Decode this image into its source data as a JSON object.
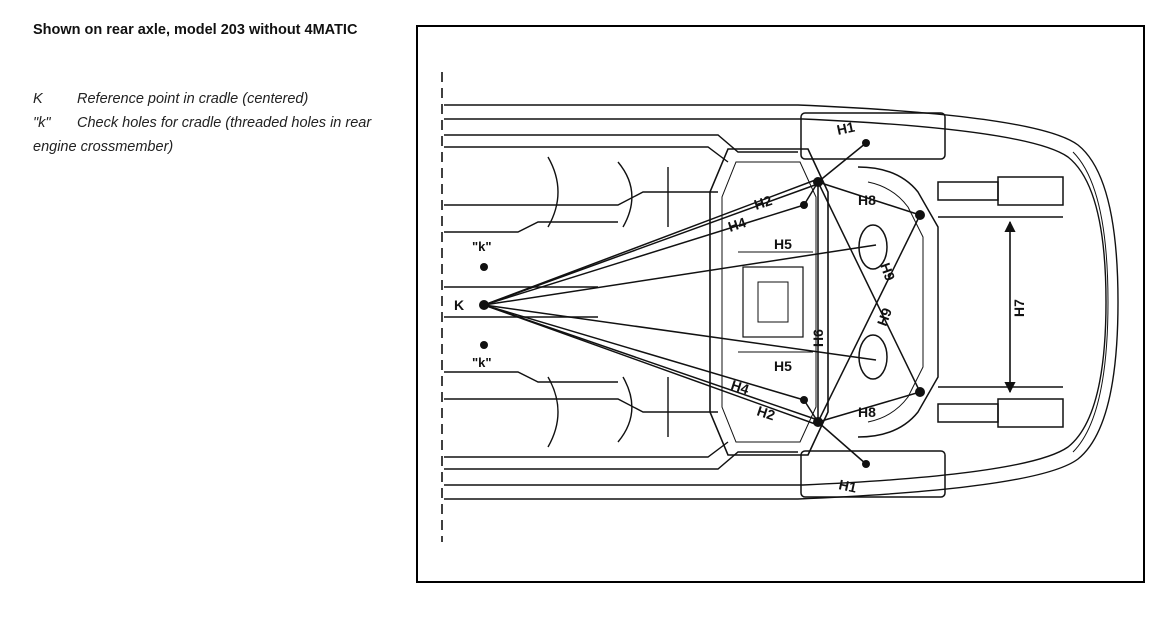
{
  "caption": {
    "title": "Shown on rear axle, model 203 without 4MATIC"
  },
  "legend": [
    {
      "key": "K",
      "text": "Reference point in cradle (centered)"
    },
    {
      "key": "\"k\"",
      "text": "Check holes for cradle (threaded holes in rear engine crossmember)"
    }
  ],
  "diagram": {
    "labels": {
      "K": "K",
      "k_top": "\"k\"",
      "k_bottom": "\"k\"",
      "H1_top": "H1",
      "H1_bottom": "H1",
      "H2_top": "H2",
      "H2_bottom": "H2",
      "H4_top": "H4",
      "H4_bottom": "H4",
      "H5_top": "H5",
      "H5_bottom": "H5",
      "H6": "H6",
      "H7": "H7",
      "H8_top": "H8",
      "H8_bottom": "H8",
      "H9_top": "H9",
      "H9_bottom": "H9"
    }
  }
}
